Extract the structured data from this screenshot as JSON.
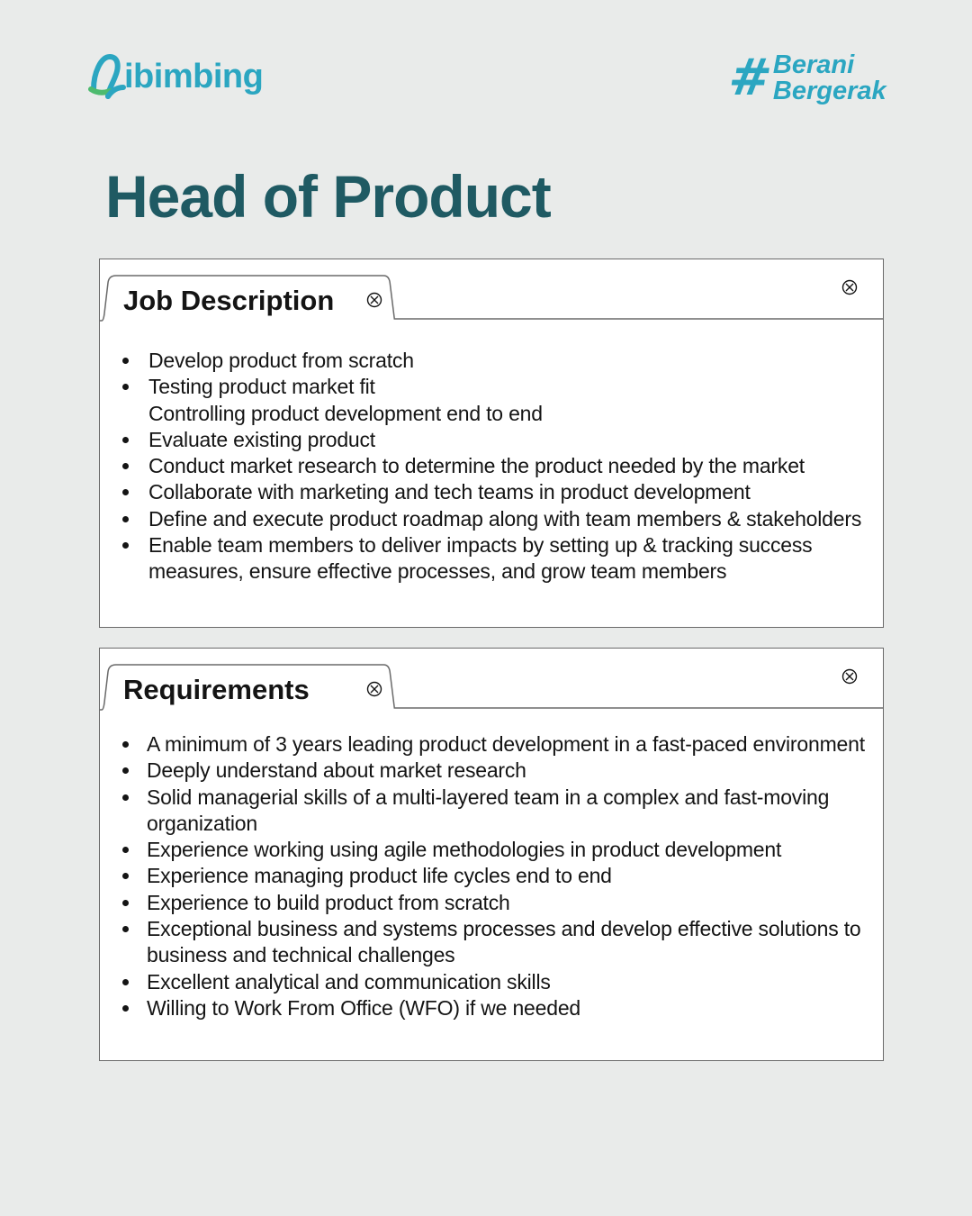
{
  "brand": {
    "logo_text": "ibimbing",
    "hashtag_symbol": "#",
    "hashtag_line1": "Berani",
    "hashtag_line2": "Bergerak",
    "accent_color": "#2ba6c1",
    "title_color": "#1f5a63"
  },
  "page_title": "Head of Product",
  "job_description": {
    "tab_label": "Job Description",
    "items": [
      {
        "text": "Develop product from scratch",
        "bullet": true
      },
      {
        "text": "Testing product market fit",
        "bullet": true
      },
      {
        "text": "Controlling product development end to end",
        "bullet": false
      },
      {
        "text": "Evaluate existing product",
        "bullet": true
      },
      {
        "text": "Conduct market research to determine the product needed by the market",
        "bullet": true
      },
      {
        "text": "Collaborate with marketing and tech teams in product development",
        "bullet": true
      },
      {
        "text": "Define and execute product roadmap along with team members & stakeholders",
        "bullet": true
      },
      {
        "text": "Enable team members to deliver impacts by setting up & tracking success measures, ensure effective processes, and grow team members",
        "bullet": true
      }
    ]
  },
  "requirements": {
    "tab_label": "Requirements",
    "items": [
      {
        "text": "A minimum of 3 years leading product development in a fast-paced environment",
        "bullet": true
      },
      {
        "text": "Deeply understand about market research",
        "bullet": true
      },
      {
        "text": "Solid managerial skills of a multi-layered team in a complex and fast-moving organization",
        "bullet": true
      },
      {
        "text": "Experience working using agile methodologies in product development",
        "bullet": true
      },
      {
        "text": "Experience managing product life cycles end to end",
        "bullet": true
      },
      {
        "text": "Experience to build product from scratch",
        "bullet": true
      },
      {
        "text": "Exceptional business and systems processes and develop effective solutions to business and technical challenges",
        "bullet": true
      },
      {
        "text": "Excellent analytical and communication skills",
        "bullet": true
      },
      {
        "text": "Willing to Work From Office (WFO) if we needed",
        "bullet": true
      }
    ]
  },
  "icons": {
    "close": "close-icon",
    "logo": "ibimbing-logo-mark"
  }
}
